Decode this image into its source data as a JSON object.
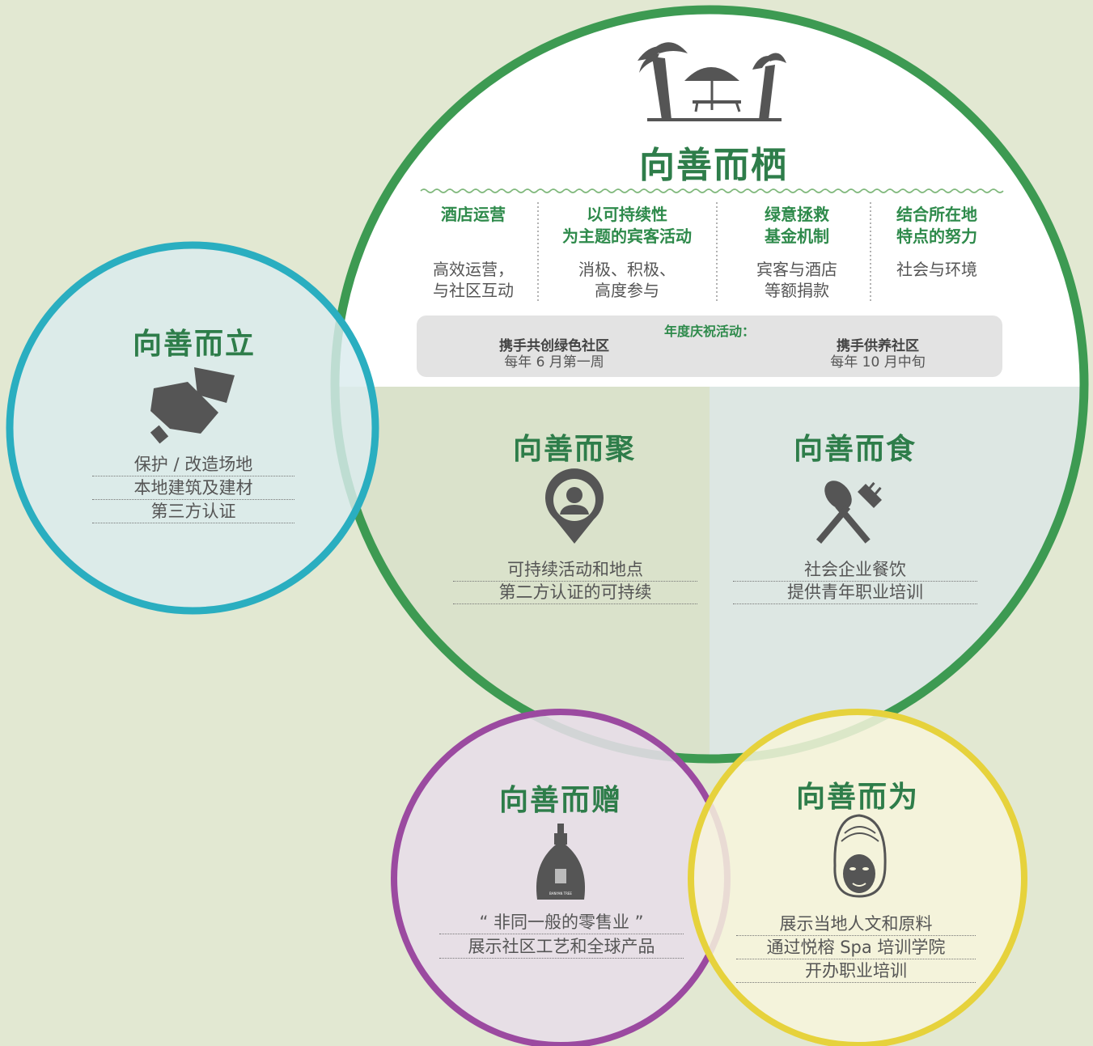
{
  "colors": {
    "background": "#e2e8d2",
    "main_circle": "#3d9a52",
    "main_circle_top": "#ffffff",
    "gather_area": "#dae2cb",
    "eat_area": "#dde7e3",
    "stand_circle": "#2aaec0",
    "stand_fill": "#dbecee",
    "gift_circle": "#9b4aa0",
    "gift_fill": "#e7dde8",
    "act_circle": "#e6d23c",
    "act_fill": "#f7f4dd",
    "title_green": "#2e7d4a",
    "icon_gray": "#555555"
  },
  "main": {
    "icon": "palm-beach-icon",
    "title": "向善而栖",
    "columns": [
      {
        "head": [
          "酒店运营"
        ],
        "body": [
          "高效运营，",
          "与社区互动"
        ]
      },
      {
        "head": [
          "以可持续性",
          "为主题的宾客活动"
        ],
        "body": [
          "消极、积极、",
          "高度参与"
        ]
      },
      {
        "head": [
          "绿意拯救",
          "基金机制"
        ],
        "body": [
          "宾客与酒店",
          "等额捐款"
        ]
      },
      {
        "head": [
          "结合所在地",
          "特点的努力"
        ],
        "body": [
          "社会与环境"
        ]
      }
    ],
    "annual": {
      "label": "年度庆祝活动：",
      "events": [
        {
          "name": "携手共创绿色社区",
          "date": "每年 6 月第一周"
        },
        {
          "name": "携手供养社区",
          "date": "每年 10 月中旬"
        }
      ]
    }
  },
  "gather": {
    "title": "向善而聚",
    "icon": "location-person-icon",
    "lines": [
      "可持续活动和地点",
      "第二方认证的可持续"
    ]
  },
  "eat": {
    "title": "向善而食",
    "icon": "spoon-fork-icon",
    "lines": [
      "社会企业餐饮",
      "提供青年职业培训"
    ]
  },
  "stand": {
    "title": "向善而立",
    "icon": "hammer-icon",
    "lines": [
      "保护 / 改造场地",
      "本地建筑及建材",
      "第三方认证"
    ]
  },
  "gift": {
    "title": "向善而赠",
    "icon": "bottle-icon",
    "bottle_label": "BANYAN TREE",
    "lines": [
      "“ 非同一般的零售业 ”",
      "展示社区工艺和全球产品"
    ]
  },
  "act": {
    "title": "向善而为",
    "icon": "spa-face-icon",
    "lines": [
      "展示当地人文和原料",
      "通过悦榕 Spa 培训学院",
      "开办职业培训"
    ]
  }
}
